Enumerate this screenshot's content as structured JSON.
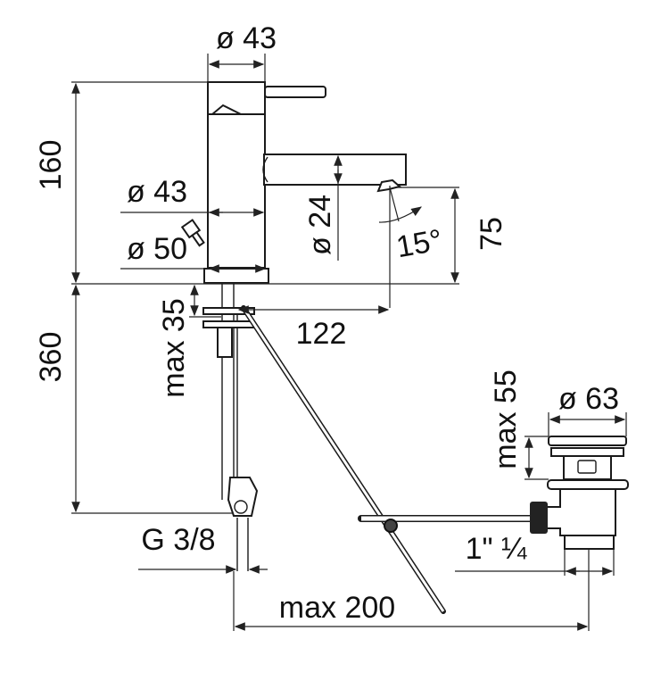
{
  "drawing": {
    "labels": {
      "dia_43_top": "ø 43",
      "height_160": "160",
      "dia_43_body": "ø 43",
      "dia_50_base": "ø 50",
      "dia_24_spout": "ø 24",
      "angle_15": "15°",
      "height_75": "75",
      "max_35": "max 35",
      "height_360": "360",
      "reach_122": "122",
      "max_55": "max 55",
      "dia_63": "ø 63",
      "g_3_8": "G 3/8",
      "thread_1_1_4": "1\" ¼",
      "max_200": "max 200"
    },
    "colors": {
      "line": "#1a1a1a",
      "background": "#ffffff"
    }
  }
}
